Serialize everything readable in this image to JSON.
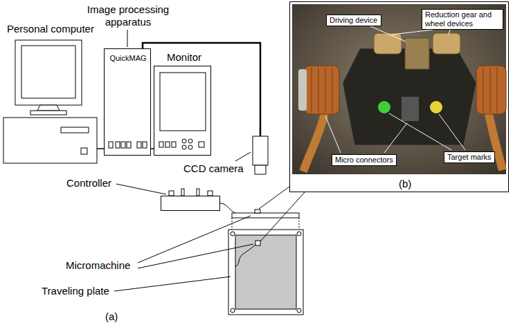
{
  "diagram": {
    "nodes": [
      {
        "text": [
          "Personal computer"
        ]
      },
      {
        "text": [
          "Image processing apparatus",
          "QuickMAG"
        ]
      },
      {
        "text": [
          "Monitor"
        ]
      },
      {
        "text": [
          "CCD camera"
        ]
      },
      {
        "text": [
          "Controller"
        ]
      },
      {
        "text": [
          "(b)"
        ]
      },
      {
        "text": [
          "Driving device"
        ],
        "in": 5
      },
      {
        "text": [
          "Reduction gear and wheel devices"
        ],
        "in": 5
      },
      {
        "text": [
          "Micro connectors"
        ],
        "in": 5
      },
      {
        "text": [
          "Target marks"
        ],
        "in": 5
      }
    ],
    "edges": [
      {
        "from": 0,
        "to": 1,
        "arrow": "none"
      },
      {
        "from": 1,
        "to": 2,
        "arrow": "none"
      },
      {
        "from": 1,
        "to": 3,
        "arrow": "none"
      }
    ],
    "labels": [
      "Micromachine",
      "Traveling plate",
      "(a)"
    ]
  }
}
